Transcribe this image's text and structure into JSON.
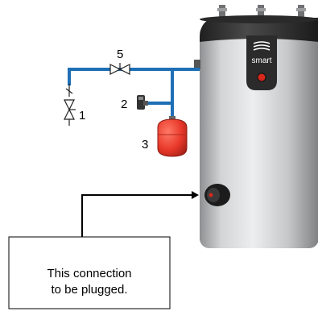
{
  "labels": {
    "item1": "1",
    "item2": "2",
    "item3": "3",
    "item5": "5"
  },
  "brand": {
    "logo_text": "smart"
  },
  "note": {
    "line1": "This connection",
    "line2": "to be plugged."
  },
  "colors": {
    "pipe": "#1e6fb5",
    "vessel": "#e8382a",
    "tank_body": "#bfc1c3",
    "tank_cap": "#3a3a3a",
    "leader": "#000000"
  }
}
